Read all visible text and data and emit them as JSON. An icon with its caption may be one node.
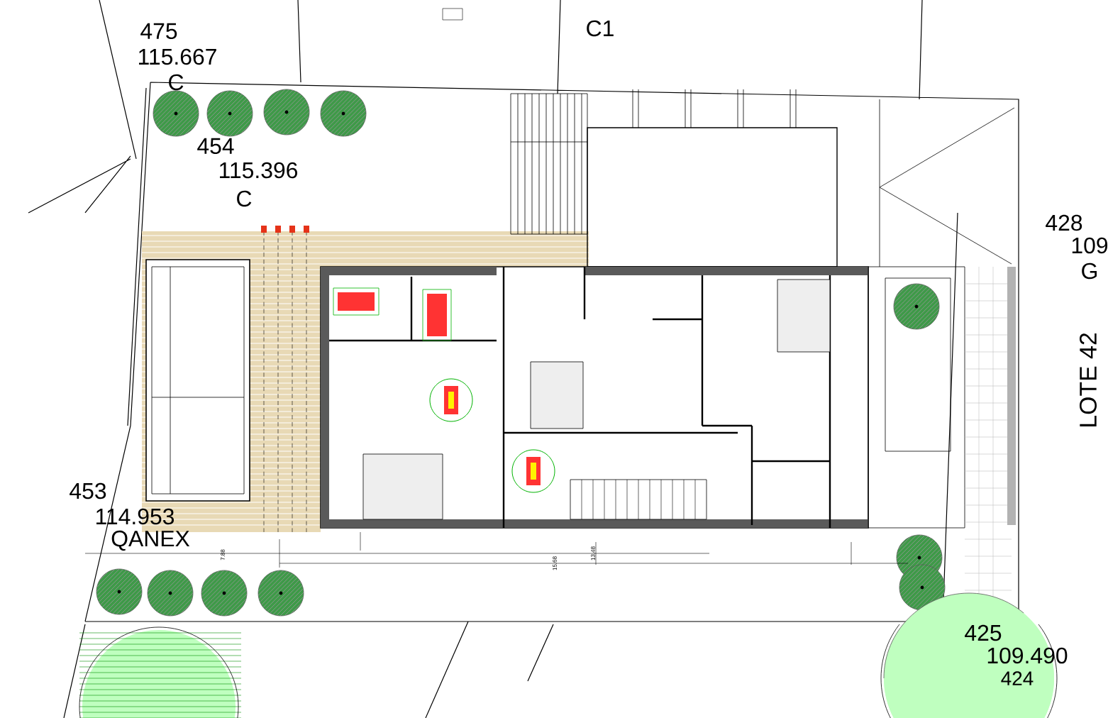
{
  "diagram": {
    "labels": [
      "475",
      "115.667",
      "C",
      "C1",
      "454",
      "115.396",
      "C",
      "428",
      "109",
      "G",
      "LOTE 42",
      "453",
      "114.953",
      "QANEX",
      "7.88",
      "15.68",
      "13.48",
      "425",
      "109.490",
      "424"
    ]
  }
}
